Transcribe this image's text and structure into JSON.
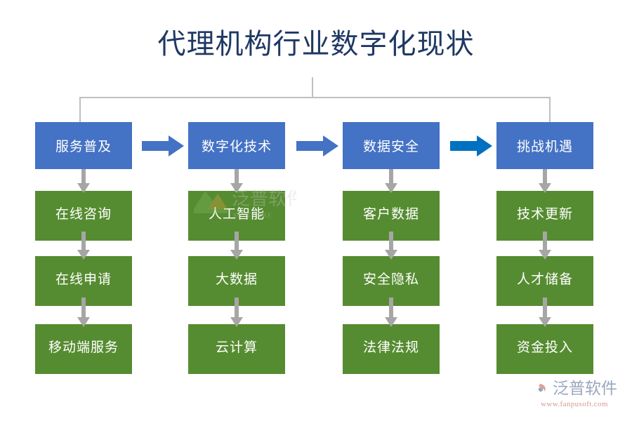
{
  "title": "代理机构行业数字化现状",
  "colors": {
    "title_text": "#1F3864",
    "header_box": "#4472C4",
    "detail_box": "#568C31",
    "arrow_blue": "#4472C4",
    "arrow_blue_dark": "#0070C0",
    "arrow_gray": "#A6A6A6",
    "connector_gray": "#BFBFBF",
    "box_text": "#FFFFFF"
  },
  "columns": [
    {
      "header": "服务普及",
      "items": [
        "在线咨询",
        "在线申请",
        "移动端服务"
      ]
    },
    {
      "header": "数字化技术",
      "items": [
        "人工智能",
        "大数据",
        "云计算"
      ]
    },
    {
      "header": "数据安全",
      "items": [
        "客户数据",
        "安全隐私",
        "法律法规"
      ]
    },
    {
      "header": "挑战机遇",
      "items": [
        "技术更新",
        "人才储备",
        "资金投入"
      ]
    }
  ],
  "flow_arrows": [
    {
      "from": "服务普及",
      "to": "数字化技术",
      "color": "#4472C4"
    },
    {
      "from": "数字化技术",
      "to": "数据安全",
      "color": "#4472C4"
    },
    {
      "from": "数据安全",
      "to": "挑战机遇",
      "color": "#0070C0"
    }
  ],
  "brand": {
    "name": "泛普软件",
    "url": "www.fanpusoft.com"
  }
}
